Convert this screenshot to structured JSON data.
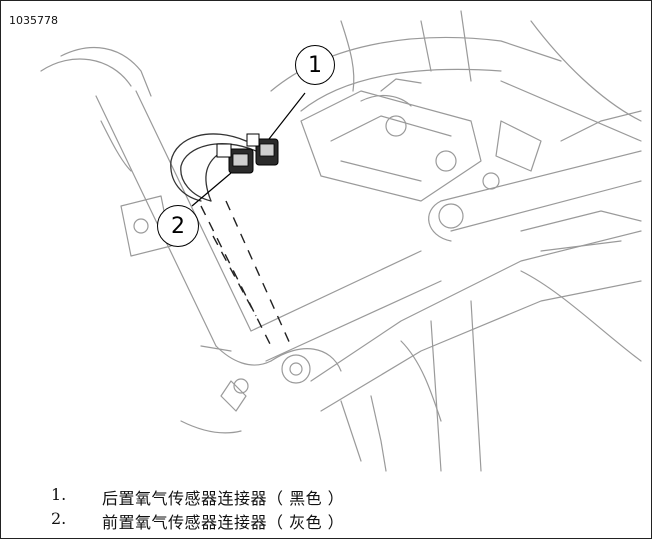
{
  "figure": {
    "id": "1035778",
    "callouts": [
      "1",
      "2"
    ]
  },
  "legend": [
    {
      "num": "1.",
      "text": "后置氧气传感器连接器（ 黑色 ）"
    },
    {
      "num": "2.",
      "text": "前置氧气传感器连接器（ 灰色 ）"
    }
  ]
}
